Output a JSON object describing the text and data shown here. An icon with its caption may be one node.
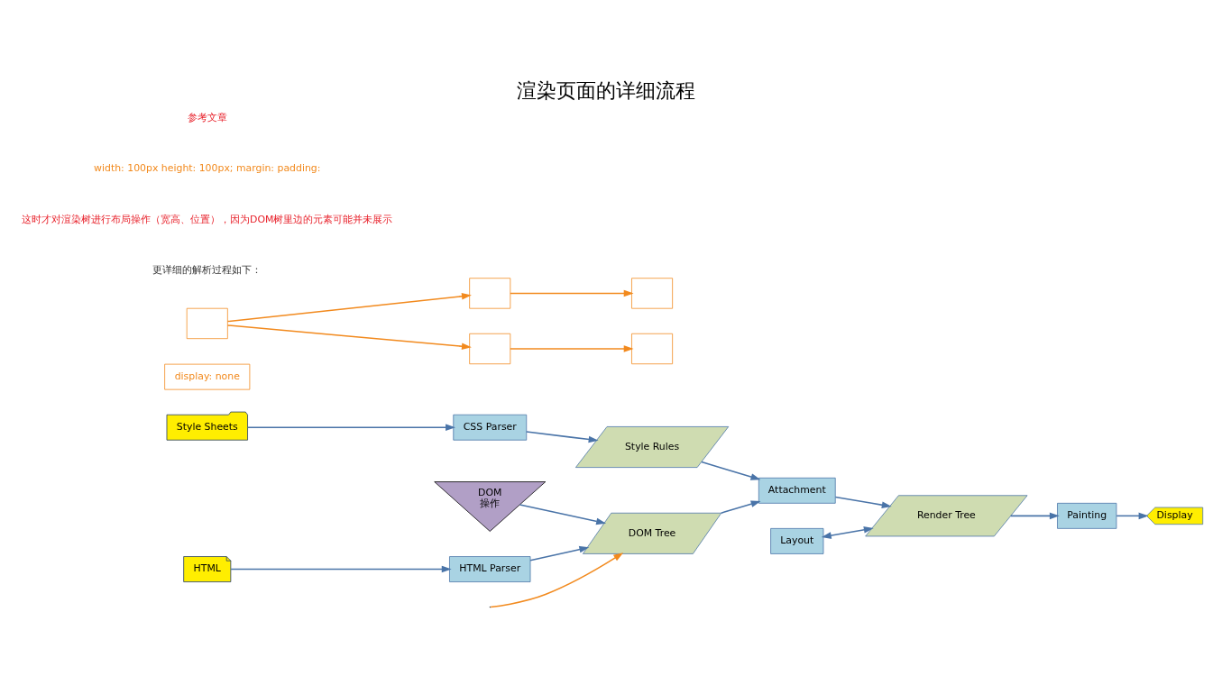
{
  "diagram": {
    "title": "渲染页面的详细流程",
    "nodes": [
      {
        "text": [
          "DOM",
          "操作"
        ]
      },
      {
        "text": [
          "HTML"
        ]
      },
      {
        "text": [
          "HTML Parser"
        ]
      },
      {
        "text": [
          "DOM Tree"
        ]
      },
      {
        "text": [
          "Layout"
        ]
      },
      {
        "text": [
          "Attachment"
        ]
      },
      {
        "text": [
          "Render Tree"
        ]
      },
      {
        "text": [
          "Painting"
        ]
      },
      {
        "text": [
          "Display"
        ]
      },
      {
        "text": [
          "Style Sheets"
        ]
      },
      {
        "text": [
          "CSS Parser"
        ]
      },
      {
        "text": [
          "Style Rules"
        ]
      },
      {
        "text": [
          "display: none"
        ]
      },
      {
        "text": [],
        "shape": "box"
      },
      {
        "text": [],
        "shape": "box"
      },
      {
        "text": [],
        "shape": "box"
      },
      {
        "text": [],
        "shape": "box"
      },
      {
        "text": [],
        "shape": "box"
      }
    ],
    "edges": [
      {
        "from": 0,
        "to": 3,
        "arrow": "to"
      },
      {
        "from": 1,
        "to": 2,
        "arrow": "to"
      },
      {
        "from": 2,
        "to": 3,
        "arrow": "to"
      },
      {
        "from": 3,
        "to": 5,
        "arrow": "to"
      },
      {
        "from": 5,
        "to": 6,
        "arrow": "to"
      },
      {
        "from": 4,
        "to": 6,
        "arrow": "both"
      },
      {
        "from": 6,
        "to": 7,
        "arrow": "to"
      },
      {
        "from": 7,
        "to": 8,
        "arrow": "to"
      },
      {
        "from": 9,
        "to": 10,
        "arrow": "to"
      },
      {
        "from": 10,
        "to": 11,
        "arrow": "to"
      },
      {
        "from": 11,
        "to": 5,
        "arrow": "to"
      },
      {
        "from": null,
        "to": 3,
        "arrow": "to",
        "color": "#f28a1e"
      },
      {
        "from": 13,
        "to": 15,
        "arrow": "to",
        "color": "#f28a1e"
      },
      {
        "from": 15,
        "to": 16,
        "arrow": "to",
        "color": "#f28a1e"
      },
      {
        "from": 13,
        "to": 14,
        "arrow": "to",
        "color": "#f28a1e"
      },
      {
        "from": 14,
        "to": 17,
        "arrow": "to",
        "color": "#f28a1e"
      }
    ],
    "labels": [
      "更详细的解析过程如下：",
      "这时才对渲染树进行布局操作（宽高、位置），因为DOM树里边的元素可能并未展示",
      "width: 100px height: 100px; margin: padding:",
      "参考文章"
    ]
  }
}
